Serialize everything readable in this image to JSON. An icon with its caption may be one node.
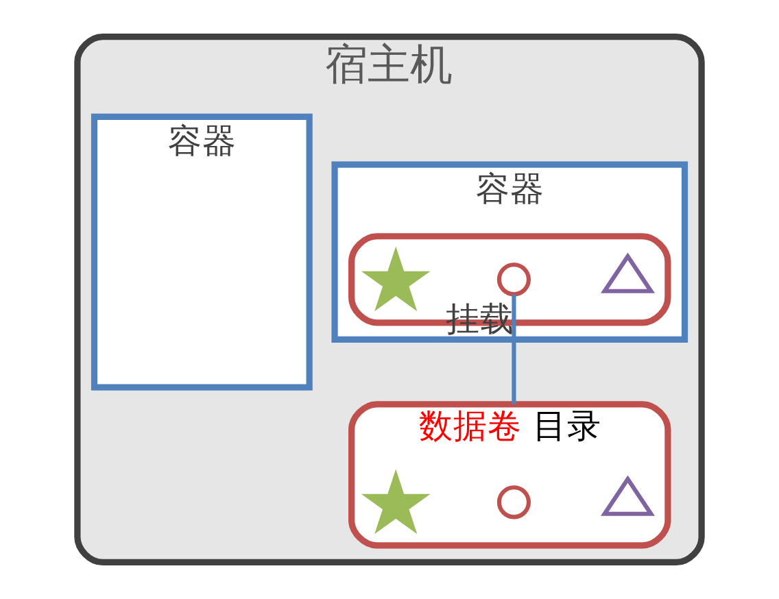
{
  "diagram": {
    "nodes": [
      {
        "text": [
          "宿主机"
        ]
      },
      {
        "text": [
          "容器"
        ],
        "in": 0
      },
      {
        "text": [
          "容器"
        ],
        "in": 0
      },
      {
        "text": [],
        "shape": "box",
        "in": 1
      },
      {
        "text": [],
        "shape": "star",
        "in": 3
      },
      {
        "text": [],
        "shape": "circle",
        "in": 3
      },
      {
        "text": [],
        "shape": "triangle",
        "in": 3
      },
      {
        "text": [
          "数据卷",
          "目录"
        ],
        "in": 0
      },
      {
        "text": [],
        "shape": "star",
        "in": 7
      },
      {
        "text": [],
        "shape": "circle",
        "in": 7
      },
      {
        "text": [],
        "shape": "triangle",
        "in": 7
      }
    ],
    "edges": [
      {
        "from": 5,
        "to": 7,
        "arrow": "none",
        "label": "挂载",
        "color": "#4f81bd"
      }
    ]
  }
}
